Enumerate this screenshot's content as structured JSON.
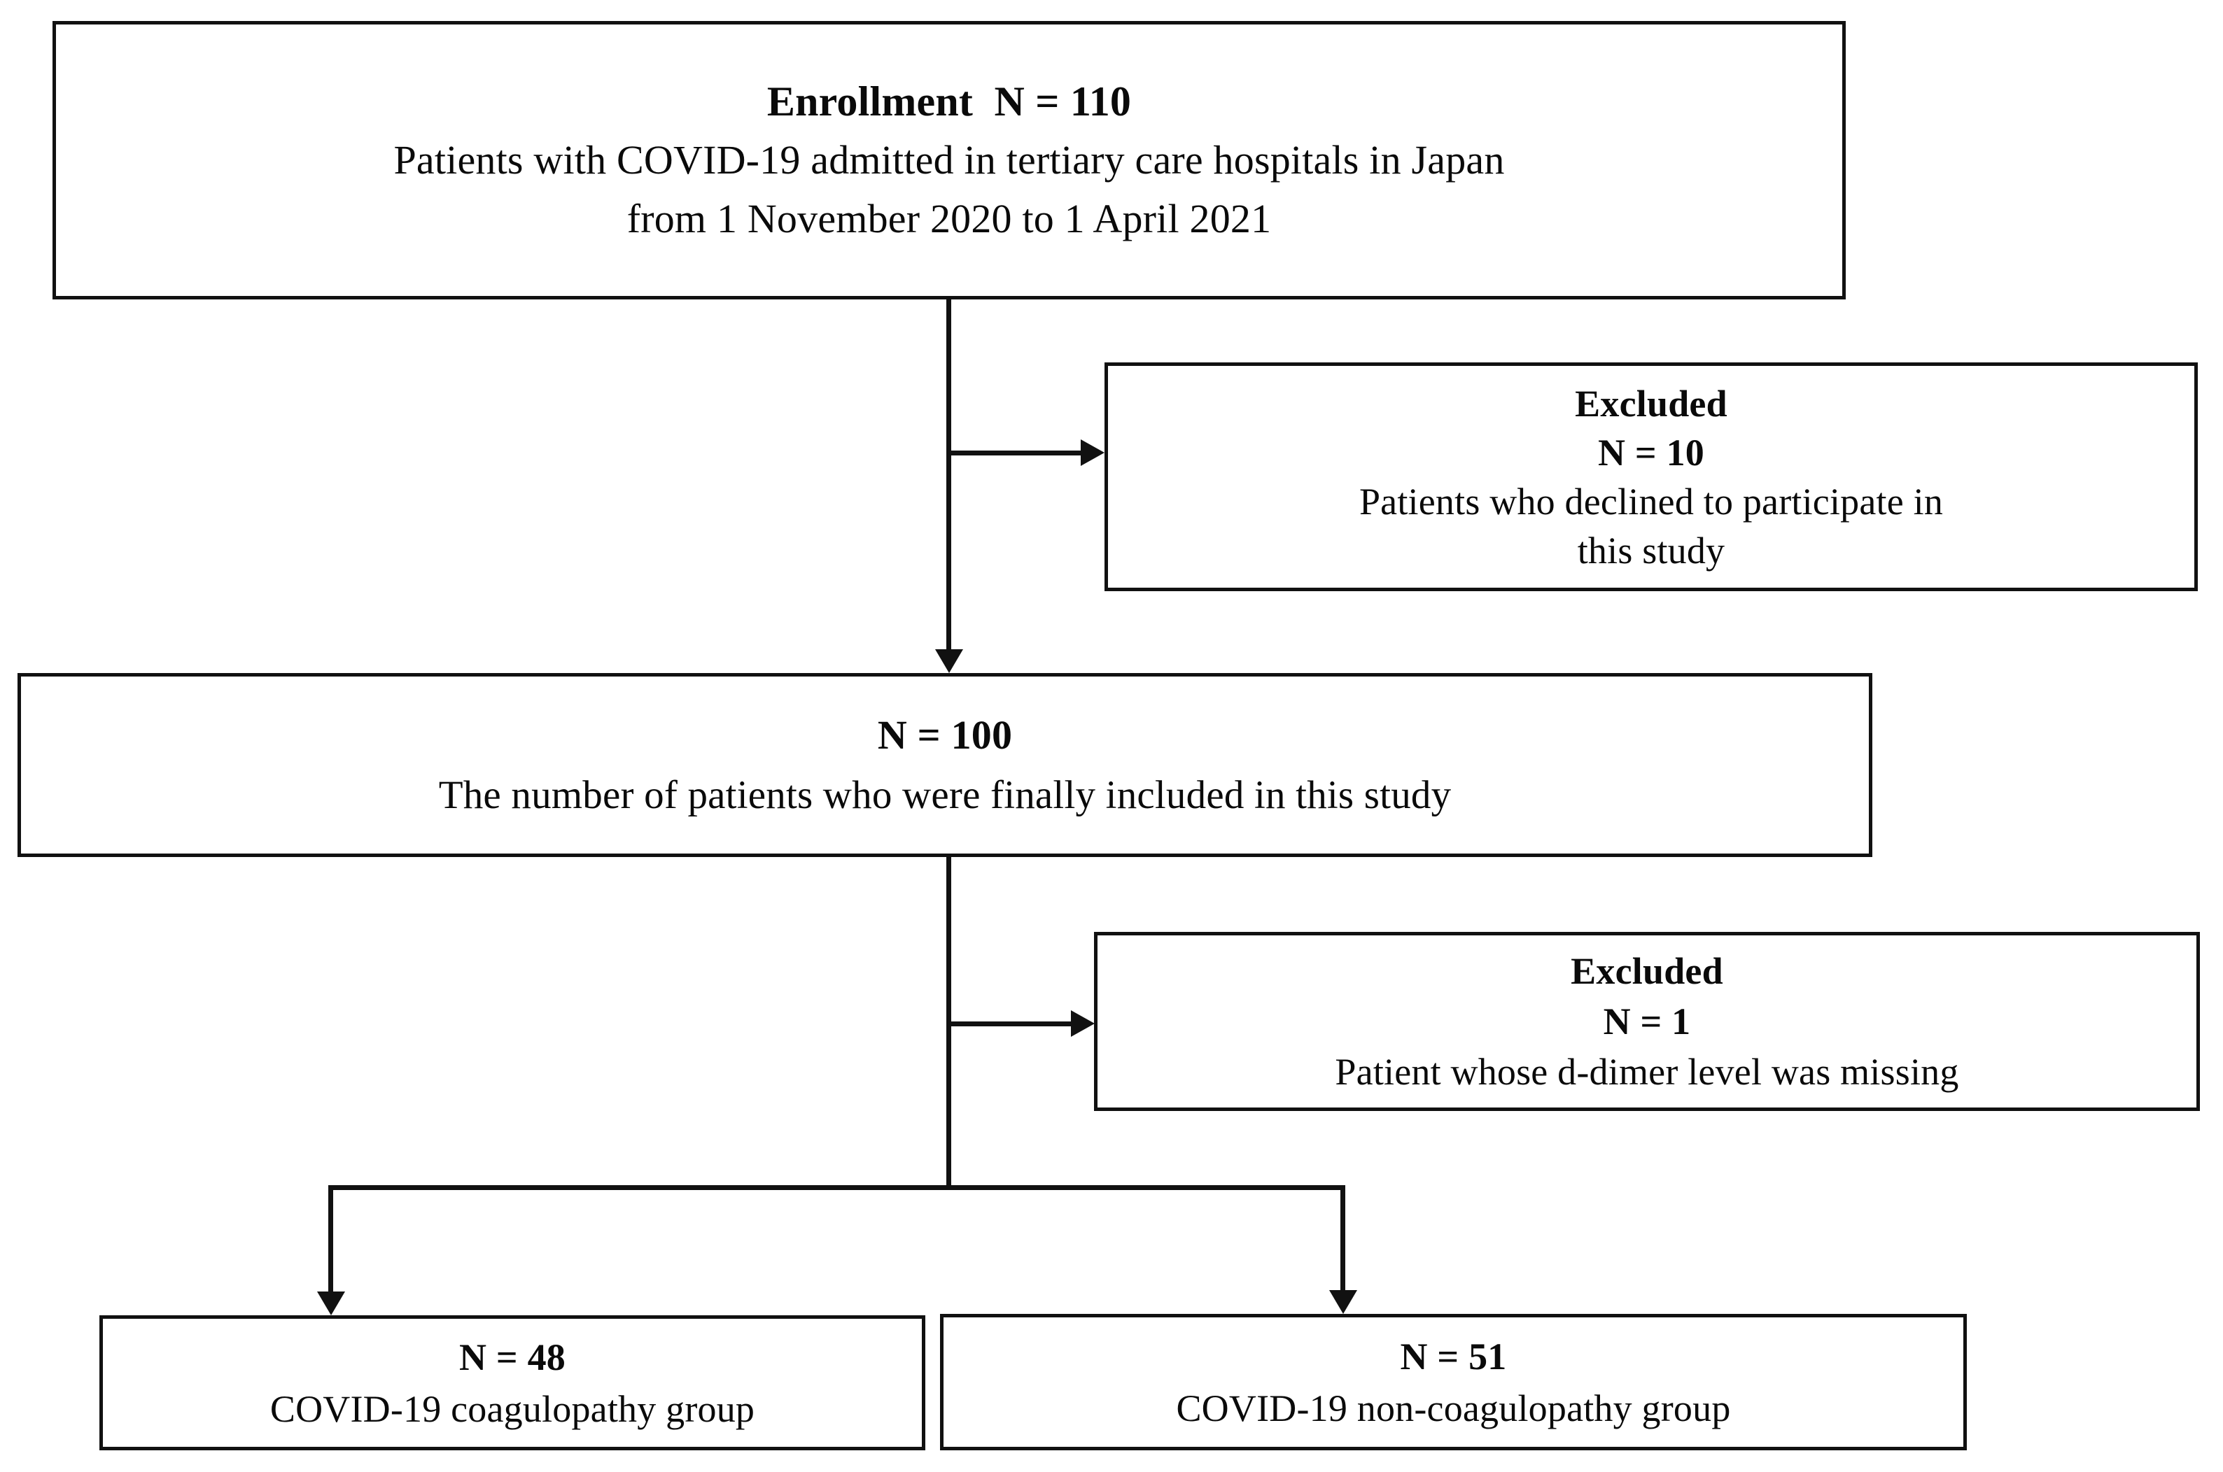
{
  "figure": {
    "type": "study-flow-diagram",
    "colors": {
      "stroke": "#111111",
      "background": "#ffffff",
      "text": "#0a0a0a"
    }
  },
  "boxes": {
    "enrollment": {
      "heading": "Enrollment  N = 110",
      "line_2": "Patients with COVID-19 admitted in tertiary care hospitals in Japan",
      "line_3": "from 1 November 2020 to 1 April 2021"
    },
    "excluded_1": {
      "heading": "Excluded",
      "count": "N = 10",
      "line_3": "Patients who declined to participate in",
      "line_4": "this study"
    },
    "included": {
      "count": "N = 100",
      "description": "The number of patients who were finally included in this study"
    },
    "excluded_2": {
      "heading": "Excluded",
      "count": "N = 1",
      "description": "Patient whose d-dimer level was missing"
    },
    "group_coagulopathy": {
      "count": "N = 48",
      "label": "COVID-19 coagulopathy group"
    },
    "group_non_coagulopathy": {
      "count": "N = 51",
      "label": "COVID-19 non-coagulopathy group"
    }
  }
}
